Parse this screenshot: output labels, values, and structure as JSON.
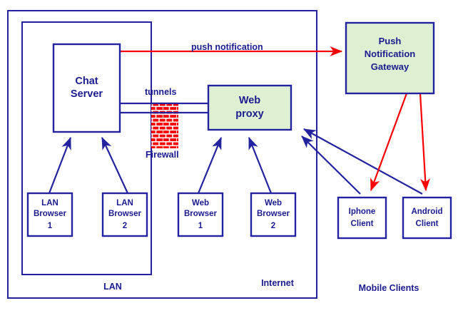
{
  "diagram": {
    "type": "network-architecture",
    "zones": [
      {
        "id": "lan",
        "label": "LAN"
      },
      {
        "id": "internet",
        "label": "Internet"
      },
      {
        "id": "mobile",
        "label": "Mobile Clients"
      }
    ],
    "nodes": [
      {
        "id": "chat-server",
        "label": "Chat\nServer",
        "lines": [
          "Chat",
          "Server"
        ],
        "fill": "#ffffff",
        "zone": "lan"
      },
      {
        "id": "web-proxy",
        "label": "Web proxy",
        "lines": [
          "Web",
          "proxy"
        ],
        "fill": "#dff0d2",
        "zone": "internet"
      },
      {
        "id": "push-notification-gateway",
        "label": "Push Notification Gateway",
        "lines": [
          "Push",
          "Notification",
          "Gateway"
        ],
        "fill": "#dff0d2",
        "zone": "mobile"
      },
      {
        "id": "lan-browser-1",
        "label": "LAN Browser 1",
        "lines": [
          "LAN",
          "Browser",
          "1"
        ],
        "fill": "#ffffff",
        "zone": "lan"
      },
      {
        "id": "lan-browser-2",
        "label": "LAN Browser 2",
        "lines": [
          "LAN",
          "Browser",
          "2"
        ],
        "fill": "#ffffff",
        "zone": "lan"
      },
      {
        "id": "web-browser-1",
        "label": "Web Browser 1",
        "lines": [
          "Web",
          "Browser",
          "1"
        ],
        "fill": "#ffffff",
        "zone": "internet"
      },
      {
        "id": "web-browser-2",
        "label": "Web Browser 2",
        "lines": [
          "Web",
          "Browser",
          "2"
        ],
        "fill": "#ffffff",
        "zone": "internet"
      },
      {
        "id": "iphone-client",
        "label": "Iphone Client",
        "lines": [
          "Iphone",
          "Client"
        ],
        "fill": "#ffffff",
        "zone": "mobile"
      },
      {
        "id": "android-client",
        "label": "Android Client",
        "lines": [
          "Android",
          "Client"
        ],
        "fill": "#ffffff",
        "zone": "mobile"
      }
    ],
    "edge_labels": {
      "push_notification": "push notification",
      "tunnels": "tunnels",
      "firewall": "Firewall"
    },
    "colors": {
      "navy": "#2323a0",
      "text_navy": "#1b1b8f",
      "red": "#ff0000",
      "green_fill": "#dff0d2",
      "white_fill": "#ffffff"
    }
  }
}
